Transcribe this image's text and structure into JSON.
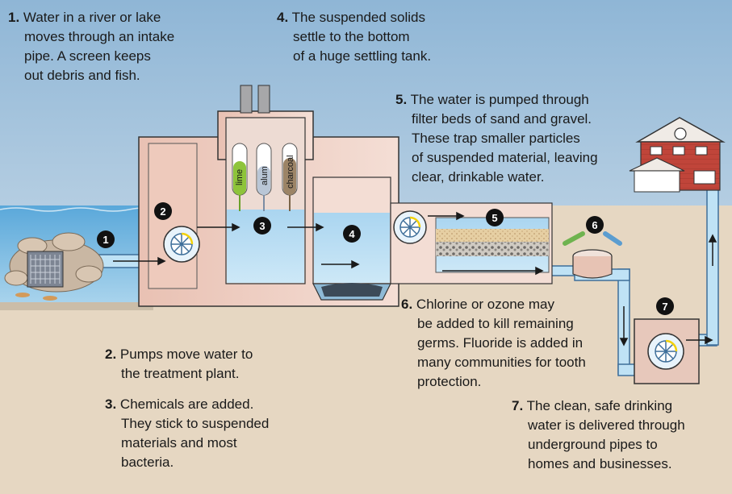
{
  "steps": [
    {
      "num": "1.",
      "lines": [
        "Water in a river or lake",
        "moves through an intake",
        "pipe. A screen keeps",
        "out debris and fish."
      ]
    },
    {
      "num": "2.",
      "lines": [
        "Pumps move water to",
        "the treatment plant."
      ]
    },
    {
      "num": "3.",
      "lines": [
        "Chemicals are added.",
        "They stick to suspended",
        "materials and most",
        "bacteria."
      ]
    },
    {
      "num": "4.",
      "lines": [
        "The suspended solids",
        "settle to the bottom",
        "of a huge settling tank."
      ]
    },
    {
      "num": "5.",
      "lines": [
        "The water is pumped through",
        "filter beds of sand and gravel.",
        "These trap smaller particles",
        "of suspended material, leaving",
        "clear, drinkable water."
      ]
    },
    {
      "num": "6.",
      "lines": [
        "Chlorine or ozone may",
        "be added to kill remaining",
        "germs. Fluoride is added in",
        "many communities for tooth",
        "protection."
      ]
    },
    {
      "num": "7.",
      "lines": [
        "The clean, safe drinking",
        "water is delivered through",
        "underground pipes to",
        "homes and businesses."
      ]
    }
  ],
  "markers": [
    "1",
    "2",
    "3",
    "4",
    "5",
    "6",
    "7"
  ],
  "tubes": {
    "lime": "lime",
    "alum": "alum",
    "charcoal": "charcoal"
  },
  "colors": {
    "sky": "#bcd4e6",
    "water": "#7fbce0",
    "ground": "#e6d7c2",
    "building": "#e3c9b5",
    "pipe": "#bfe2f5",
    "marker": "#111111",
    "chemical_lime": "#8ec43a",
    "chemical_alum": "#b9c6d6",
    "chemical_charcoal": "#9c8466",
    "house": "#c0453a"
  }
}
